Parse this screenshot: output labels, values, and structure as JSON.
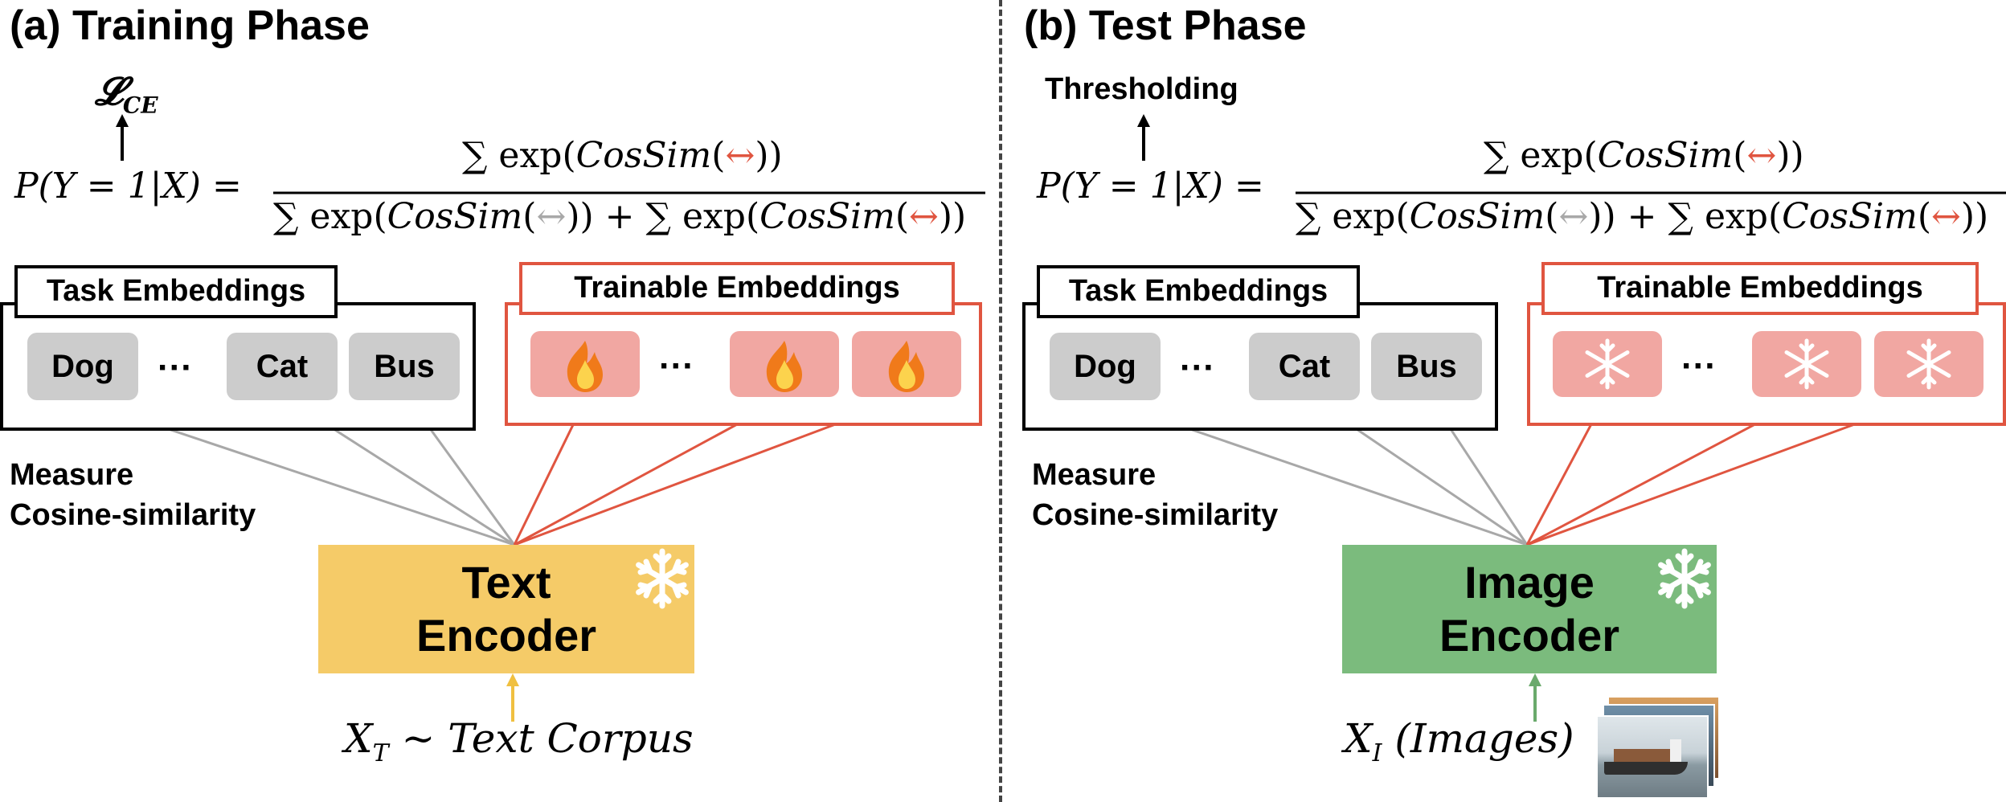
{
  "panels": [
    {
      "title": "(a) Training Phase",
      "output_label": "𝓛",
      "output_subscript": "CE",
      "formula": {
        "lhs": "P(Y = 1|X) =",
        "sum": "∑",
        "exp": "exp(",
        "cossim": "CosSim",
        "open": "(",
        "arrow": "↔",
        "close_num": "))",
        "close_den": ")) +"
      },
      "task_embeddings_label": "Task Embeddings",
      "trainable_embeddings_label": "Trainable Embeddings",
      "task_chips": [
        "Dog",
        "···",
        "Cat",
        "Bus"
      ],
      "trainable_dots": "···",
      "trainable_icon": "fire-icon",
      "measure_label_line1": "Measure",
      "measure_label_line2": "Cosine-similarity",
      "encoder_line1": "Text",
      "encoder_line2": "Encoder",
      "encoder_icon": "snowflake-icon",
      "input_main": "X",
      "input_sub": "T",
      "input_rest": " ~ Text Corpus"
    },
    {
      "title": "(b) Test Phase",
      "output_label": "Thresholding",
      "formula": {
        "lhs": "P(Y = 1|X) =",
        "sum": "∑",
        "exp": "exp(",
        "cossim": "CosSim",
        "open": "(",
        "arrow": "↔",
        "close_num": "))",
        "close_den": ")) +"
      },
      "task_embeddings_label": "Task Embeddings",
      "trainable_embeddings_label": "Trainable Embeddings",
      "task_chips": [
        "Dog",
        "···",
        "Cat",
        "Bus"
      ],
      "trainable_dots": "···",
      "trainable_icon": "snowflake-icon",
      "measure_label_line1": "Measure",
      "measure_label_line2": "Cosine-similarity",
      "encoder_line1": "Image",
      "encoder_line2": "Encoder",
      "encoder_icon": "snowflake-icon",
      "input_main": "X",
      "input_sub": "I",
      "input_rest": " (Images)"
    }
  ],
  "colors": {
    "text_encoder": "#f5cb68",
    "image_encoder": "#7bbb7d",
    "trainable_accent": "#e05540",
    "task_chip": "#cccccc",
    "trainable_chip": "#f1a7a2",
    "gray_arrow": "#a8a8a8",
    "text_input_arrow": "#f0c040",
    "image_input_arrow": "#6aaa6c"
  }
}
